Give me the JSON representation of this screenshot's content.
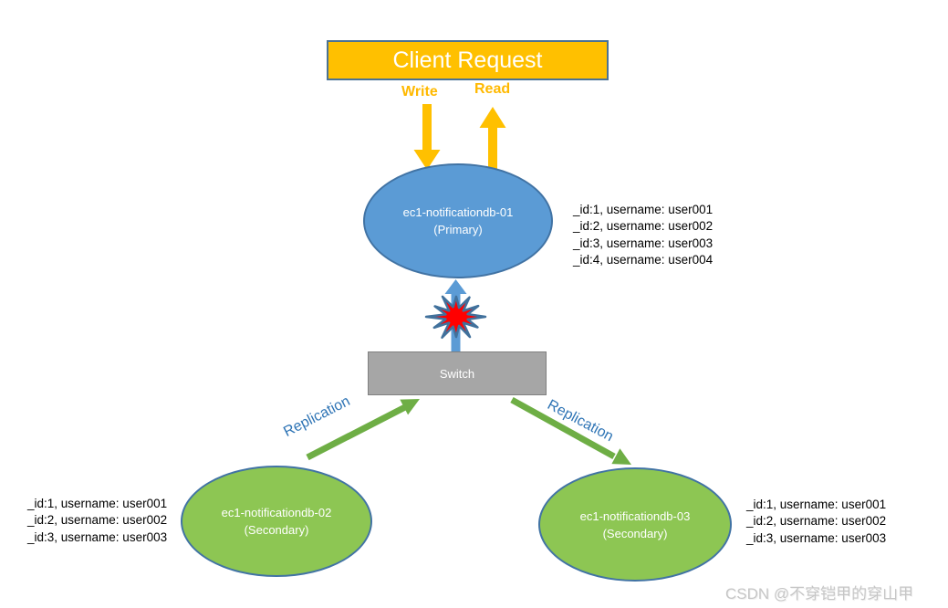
{
  "client_box": {
    "label": "Client Request"
  },
  "flows": {
    "write_label": "Write",
    "read_label": "Read",
    "replication_left_label": "Replication",
    "replication_right_label": "Replication"
  },
  "nodes": {
    "primary": {
      "name": "ec1-notificationdb-01",
      "role": "(Primary)"
    },
    "switch": {
      "label": "Switch"
    },
    "secondary_left": {
      "name": "ec1-notificationdb-02",
      "role": "(Secondary)"
    },
    "secondary_right": {
      "name": "ec1-notificationdb-03",
      "role": "(Secondary)"
    }
  },
  "records": {
    "primary": [
      "_id:1, username: user001",
      "_id:2, username: user002",
      "_id:3, username: user003",
      "_id:4, username: user004"
    ],
    "secondary_left": [
      "_id:1, username: user001",
      "_id:2, username: user002",
      "_id:3, username: user003"
    ],
    "secondary_right": [
      "_id:1, username: user001",
      "_id:2, username: user002",
      "_id:3, username: user003"
    ]
  },
  "icons": {
    "failure_burst": "explosion-burst-icon",
    "write_arrow": "arrow-down-icon",
    "read_arrow": "arrow-up-icon",
    "uplink_arrow": "arrow-up-icon",
    "replication_left_arrow": "arrow-up-right-icon",
    "replication_right_arrow": "arrow-down-right-icon"
  },
  "colors": {
    "accent_orange": "#FFC000",
    "primary_blue": "#5B9BD5",
    "node_green": "#8DC653",
    "arrow_green": "#6EAE45",
    "switch_gray": "#A6A6A6",
    "replication_label_blue": "#2E74B5",
    "failure_red": "#FF0000",
    "outline_blue": "#41719C"
  },
  "watermark": "CSDN @不穿铠甲的穿山甲"
}
